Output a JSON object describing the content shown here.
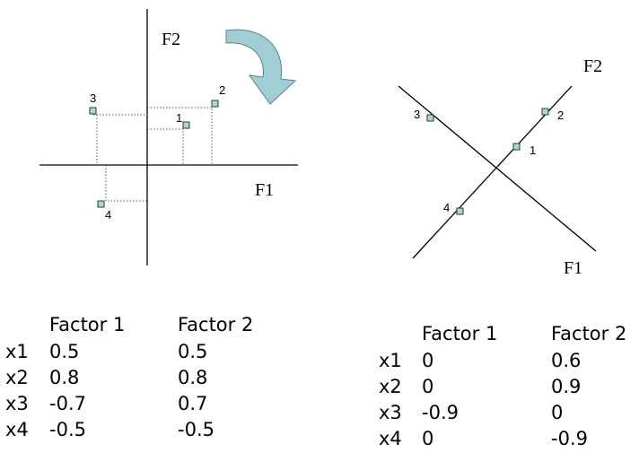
{
  "left_plot": {
    "axis_labels": {
      "f1": "F1",
      "f2": "F2"
    },
    "point_labels": [
      "1",
      "2",
      "3",
      "4"
    ]
  },
  "right_plot": {
    "axis_labels": {
      "f1": "F1",
      "f2": "F2"
    },
    "point_labels": [
      "1",
      "2",
      "3",
      "4"
    ]
  },
  "arrow": {
    "color": "#9FCFD4",
    "meaning": "rotation"
  },
  "tables": [
    {
      "headers": [
        "Factor 1",
        "Factor 2"
      ],
      "rows": [
        {
          "var": "x1",
          "f1": "0.5",
          "f2": "0.5"
        },
        {
          "var": "x2",
          "f1": "0.8",
          "f2": "0.8"
        },
        {
          "var": "x3",
          "f1": "-0.7",
          "f2": "0.7"
        },
        {
          "var": "x4",
          "f1": "-0.5",
          "f2": "-0.5"
        }
      ]
    },
    {
      "headers": [
        "Factor 1",
        "Factor 2"
      ],
      "rows": [
        {
          "var": "x1",
          "f1": "0",
          "f2": "0.6"
        },
        {
          "var": "x2",
          "f1": "0",
          "f2": "0.9"
        },
        {
          "var": "x3",
          "f1": "-0.9",
          "f2": "0"
        },
        {
          "var": "x4",
          "f1": "0",
          "f2": "-0.9"
        }
      ]
    }
  ]
}
